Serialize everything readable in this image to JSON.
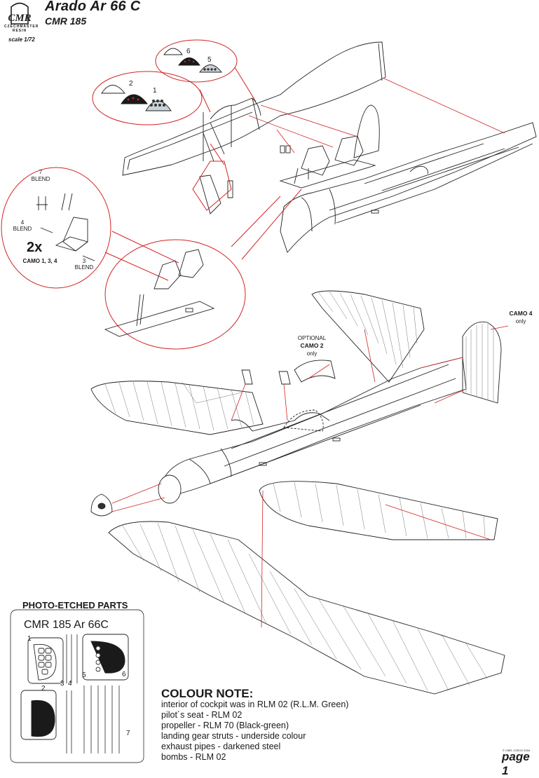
{
  "header": {
    "logo_text": "CMR",
    "logo_subtext": "CZECHMASTER RESIN",
    "scale": "scale 1/72",
    "title": "Arado Ar 66 C",
    "subtitle": "CMR 185"
  },
  "callouts": {
    "panel_left": {
      "num_a": "2",
      "num_b": "1"
    },
    "panel_right": {
      "num_a": "6",
      "num_b": "5"
    },
    "seat_detail": {
      "part7": "7",
      "part7_note": "BLEND",
      "part4": "4",
      "part4_note": "BLEND",
      "part3": "3",
      "part3_note": "BLEND",
      "quantity": "2x",
      "camo": "CAMO 1, 3, 4"
    }
  },
  "labels": {
    "optional": "OPTIONAL",
    "camo2": "CAMO 2",
    "camo2_only": "only",
    "camo4": "CAMO 4",
    "camo4_only": "only"
  },
  "photo_etched": {
    "heading": "PHOTO-ETCHED PARTS",
    "fret_label": "CMR 185 Ar 66C",
    "part_numbers": [
      "1",
      "2",
      "3",
      "4",
      "5",
      "6",
      "7"
    ]
  },
  "colour_note": {
    "heading": "COLOUR NOTE:",
    "lines": [
      "interior of cockpit was in RLM 02 (R.L.M. Green)",
      "pilot´s seat - RLM 02",
      "propeller - RLM 70 (Black-green)",
      "landing gear struts  - underside colour",
      "exhaust pipes - darkened steel",
      "bombs - RLM 02"
    ]
  },
  "footer": {
    "copyright": "© CMR, CZECH 2004",
    "page": "page 1"
  },
  "colors": {
    "line": "#222222",
    "callout": "#d22424",
    "metal": "#c9d3d9"
  }
}
